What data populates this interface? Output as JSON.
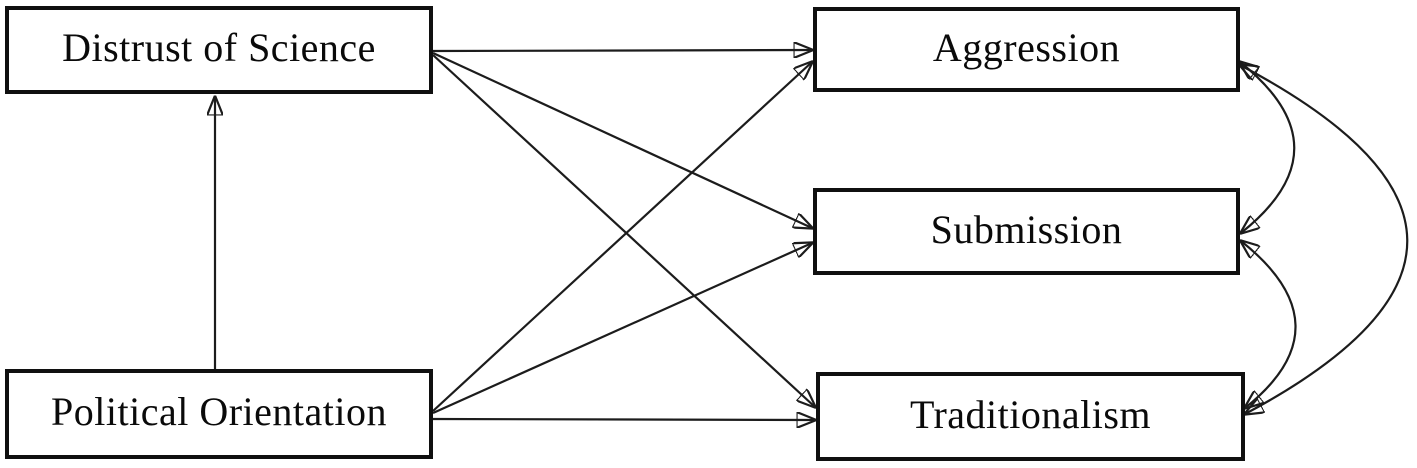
{
  "figure": {
    "type": "path-model-diagram",
    "background_color": "#ffffff",
    "line_color": "#1c1c1c",
    "box_border_color": "#101010",
    "box_fill_color": "#ffffff",
    "boxes": {
      "distrust": {
        "label": "Distrust of Science"
      },
      "political": {
        "label": "Political Orientation"
      },
      "aggression": {
        "label": "Aggression"
      },
      "submission": {
        "label": "Submission"
      },
      "traditionalism": {
        "label": "Traditionalism"
      }
    },
    "edges": [
      {
        "from": "Political Orientation",
        "to": "Distrust of Science",
        "type": "directed"
      },
      {
        "from": "Distrust of Science",
        "to": "Aggression",
        "type": "directed"
      },
      {
        "from": "Distrust of Science",
        "to": "Submission",
        "type": "directed"
      },
      {
        "from": "Distrust of Science",
        "to": "Traditionalism",
        "type": "directed"
      },
      {
        "from": "Political Orientation",
        "to": "Aggression",
        "type": "directed"
      },
      {
        "from": "Political Orientation",
        "to": "Submission",
        "type": "directed"
      },
      {
        "from": "Political Orientation",
        "to": "Traditionalism",
        "type": "directed"
      },
      {
        "from": "Aggression",
        "to": "Submission",
        "type": "bidirectional-curve"
      },
      {
        "from": "Submission",
        "to": "Traditionalism",
        "type": "bidirectional-curve"
      },
      {
        "from": "Aggression",
        "to": "Traditionalism",
        "type": "bidirectional-curve"
      }
    ]
  }
}
